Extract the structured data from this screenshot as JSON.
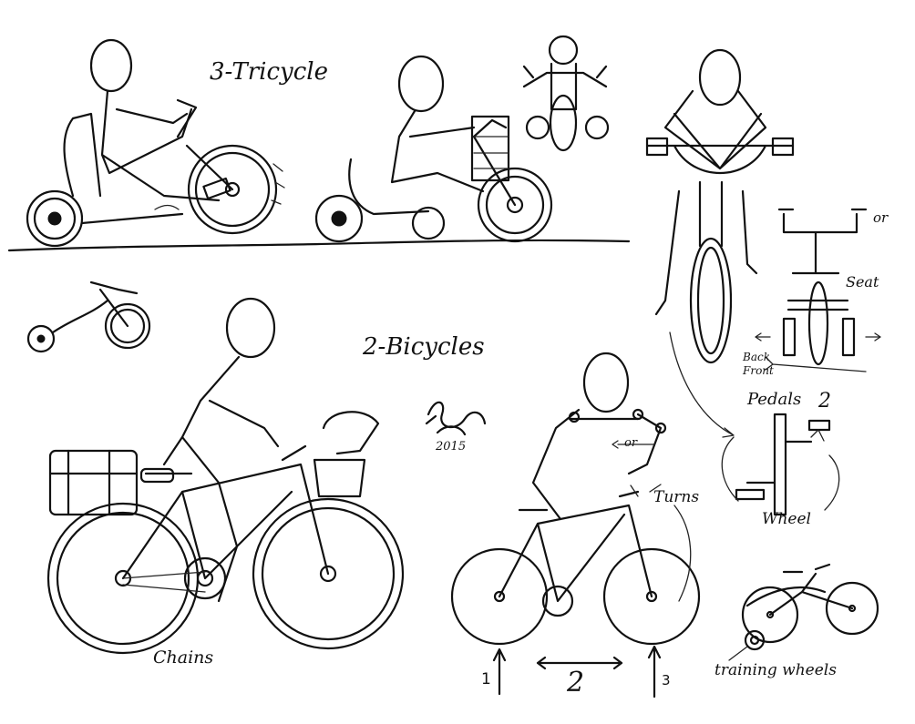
{
  "headings": {
    "tricycle": "3-Tricycle",
    "bicycles": "2-Bicycles"
  },
  "labels": {
    "or_top": "or",
    "seat": "Seat",
    "back": "Back",
    "front": "Front",
    "pedals": "Pedals",
    "pedals_mark": "2",
    "wheel": "Wheel",
    "chains": "Chains",
    "turns": "Turns",
    "or_arm": "or",
    "num_1": "1",
    "num_2": "2",
    "num_3": "3",
    "training_wheels": "training wheels"
  },
  "signature": {
    "year": "2015"
  },
  "colors": {
    "ink": "#111111",
    "paper": "#ffffff"
  }
}
